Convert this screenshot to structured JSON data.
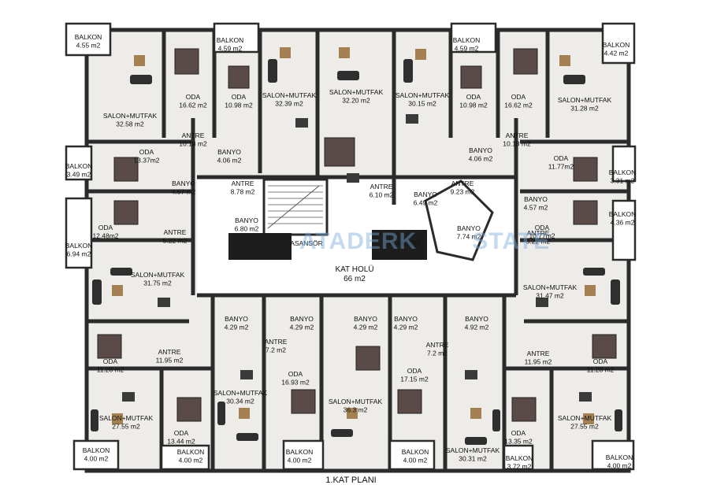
{
  "caption": "1.KAT PLANI",
  "watermark": {
    "left": "ATADERK",
    "right": "STATE"
  },
  "colors": {
    "wall": "#2b2b2b",
    "floor": "#eeece9",
    "window": "#1f3d99",
    "furniture": "#3a3a3a",
    "bed": "#5a4a48",
    "wood": "#7a5a2a"
  },
  "rooms": [
    {
      "id": "b1",
      "lines": [
        "BALKON",
        "4.55 m2"
      ]
    },
    {
      "id": "b2",
      "lines": [
        "BALKON",
        "4.59 m2"
      ]
    },
    {
      "id": "b3",
      "lines": [
        "BALKON",
        "4.59 m2"
      ]
    },
    {
      "id": "b4",
      "lines": [
        "BALKON",
        "4.42 m2"
      ]
    },
    {
      "id": "sm1",
      "lines": [
        "SALON+MUTFAK",
        "32.58 m2"
      ]
    },
    {
      "id": "o1",
      "lines": [
        "ODA",
        "16.62 m2"
      ]
    },
    {
      "id": "o2",
      "lines": [
        "ODA",
        "10.98 m2"
      ]
    },
    {
      "id": "sm2",
      "lines": [
        "SALON+MUTFAK",
        "32.39 m2"
      ]
    },
    {
      "id": "sm3",
      "lines": [
        "SALON+MUTFAK",
        "32.20 m2"
      ]
    },
    {
      "id": "sm4",
      "lines": [
        "SALON+MUTFAK",
        "30.15 m2"
      ]
    },
    {
      "id": "o3",
      "lines": [
        "ODA",
        "10.98 m2"
      ]
    },
    {
      "id": "o4",
      "lines": [
        "ODA",
        "16.62 m2"
      ]
    },
    {
      "id": "sm5",
      "lines": [
        "SALON+MUTFAK",
        "31.28 m2"
      ]
    },
    {
      "id": "a1",
      "lines": [
        "ANTRE",
        "10.18 m2"
      ]
    },
    {
      "id": "by1",
      "lines": [
        "BANYO",
        "4.06 m2"
      ]
    },
    {
      "id": "by2",
      "lines": [
        "BANYO",
        "4.06 m2"
      ]
    },
    {
      "id": "a2",
      "lines": [
        "ANTRE",
        "10.18 m2"
      ]
    },
    {
      "id": "o5",
      "lines": [
        "ODA",
        "13.37m2"
      ]
    },
    {
      "id": "o6",
      "lines": [
        "ODA",
        "11.77m2"
      ]
    },
    {
      "id": "b5",
      "lines": [
        "BALKON",
        "3.49 m2"
      ]
    },
    {
      "id": "b6",
      "lines": [
        "BALKON",
        "3.31 m2"
      ]
    },
    {
      "id": "by3",
      "lines": [
        "BANYO",
        "4.57 m2"
      ]
    },
    {
      "id": "a3",
      "lines": [
        "ANTRE",
        "8.78 m2"
      ]
    },
    {
      "id": "a4",
      "lines": [
        "ANTRE",
        "6.10 m2"
      ]
    },
    {
      "id": "a5",
      "lines": [
        "ANTRE",
        "9.23 m2"
      ]
    },
    {
      "id": "by4",
      "lines": [
        "BANYO",
        "6.49 m2"
      ]
    },
    {
      "id": "by5",
      "lines": [
        "BANYO",
        "4.57 m2"
      ]
    },
    {
      "id": "by6",
      "lines": [
        "BANYO",
        "6.80 m2"
      ]
    },
    {
      "id": "by7",
      "lines": [
        "BANYO",
        "7.74 m2"
      ]
    },
    {
      "id": "o7",
      "lines": [
        "ODA",
        "12.48m2"
      ]
    },
    {
      "id": "o8",
      "lines": [
        "ODA",
        "10.77m2"
      ]
    },
    {
      "id": "b7",
      "lines": [
        "BALKON",
        "4.36 m2"
      ]
    },
    {
      "id": "a6",
      "lines": [
        "ANTRE",
        "5.22 m2"
      ]
    },
    {
      "id": "a7",
      "lines": [
        "ANTRE",
        "5.22 m2"
      ]
    },
    {
      "id": "b8",
      "lines": [
        "BALKON",
        "6.94 m2"
      ]
    },
    {
      "id": "as1",
      "lines": [
        "ASANSÖR"
      ]
    },
    {
      "id": "as2",
      "lines": [
        "ASANSÖR"
      ]
    },
    {
      "id": "kh",
      "lines": [
        "KAT HOLÜ",
        "66 m2"
      ]
    },
    {
      "id": "sm6",
      "lines": [
        "SALON+MUTFAK",
        "31.75 m2"
      ]
    },
    {
      "id": "sm7",
      "lines": [
        "SALON+MUTFAK",
        "31.47 m2"
      ]
    },
    {
      "id": "by8",
      "lines": [
        "BANYO",
        "4.29 m2"
      ]
    },
    {
      "id": "by9",
      "lines": [
        "BANYO",
        "4.29 m2"
      ]
    },
    {
      "id": "by10",
      "lines": [
        "BANYO",
        "4.29 m2"
      ]
    },
    {
      "id": "by11",
      "lines": [
        "BANYO",
        "4.29 m2"
      ]
    },
    {
      "id": "by12",
      "lines": [
        "BANYO",
        "4.92 m2"
      ]
    },
    {
      "id": "a8",
      "lines": [
        "ANTRE",
        "7.2 m2"
      ]
    },
    {
      "id": "a9",
      "lines": [
        "ANTRE",
        "7.2 m2"
      ]
    },
    {
      "id": "a10",
      "lines": [
        "ANTRE",
        "11.95 m2"
      ]
    },
    {
      "id": "a11",
      "lines": [
        "ANTRE",
        "11.95 m2"
      ]
    },
    {
      "id": "o9",
      "lines": [
        "ODA",
        "11.28 m2"
      ]
    },
    {
      "id": "o10",
      "lines": [
        "ODA",
        "11.28 m2"
      ]
    },
    {
      "id": "o11",
      "lines": [
        "ODA",
        "16.93 m2"
      ]
    },
    {
      "id": "o12",
      "lines": [
        "ODA",
        "17.15 m2"
      ]
    },
    {
      "id": "sm8",
      "lines": [
        "SALON+MUTFAK",
        "30.34 m2"
      ]
    },
    {
      "id": "sm9",
      "lines": [
        "SALON+MUTFAK",
        "36.3 m2"
      ]
    },
    {
      "id": "sm10",
      "lines": [
        "SALON+MUTFAK",
        "27.55 m2"
      ]
    },
    {
      "id": "sm11",
      "lines": [
        "SALON+MUTFAK",
        "27.55 m2"
      ]
    },
    {
      "id": "o13",
      "lines": [
        "ODA",
        "13.44 m2"
      ]
    },
    {
      "id": "o14",
      "lines": [
        "ODA",
        "13.35 m2"
      ]
    },
    {
      "id": "sm12",
      "lines": [
        "SALON+MUTFAK",
        "30.31 m2"
      ]
    },
    {
      "id": "b9",
      "lines": [
        "BALKON",
        "4.00 m2"
      ]
    },
    {
      "id": "b10",
      "lines": [
        "BALKON",
        "4.00 m2"
      ]
    },
    {
      "id": "b11",
      "lines": [
        "BALKON",
        "4.00 m2"
      ]
    },
    {
      "id": "b12",
      "lines": [
        "BALKON",
        "4.00 m2"
      ]
    },
    {
      "id": "b13",
      "lines": [
        "BALKON",
        "3.72 m2"
      ]
    },
    {
      "id": "b14",
      "lines": [
        "BALKON",
        "4.00 m2"
      ]
    }
  ]
}
